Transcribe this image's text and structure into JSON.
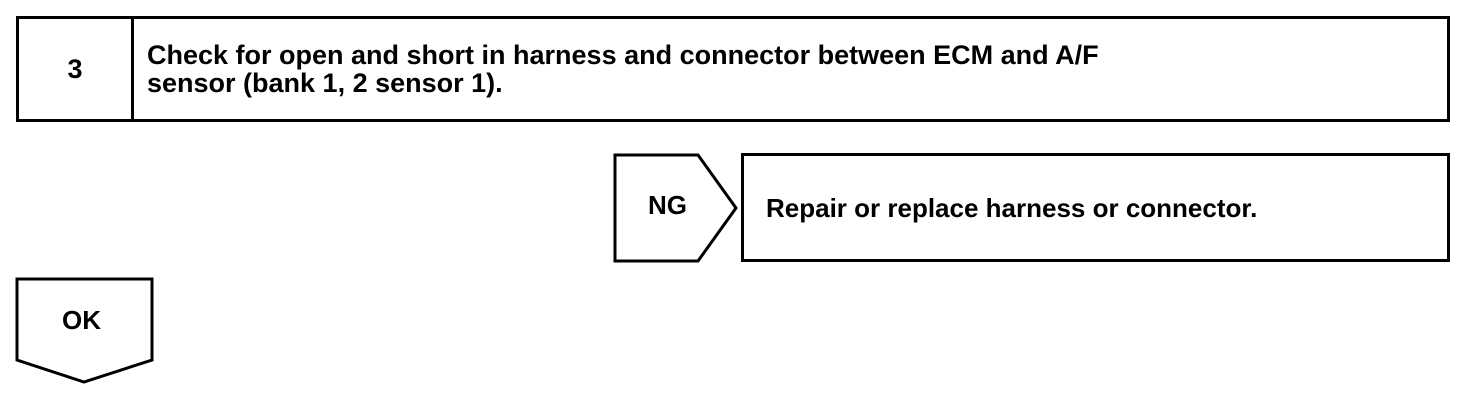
{
  "step": {
    "number": "3",
    "text_line1": "Check for open and short in harness and connector between ECM and A/F",
    "text_line2": "sensor (bank 1, 2 sensor 1)."
  },
  "ng": {
    "label": "NG",
    "action": "Repair or replace harness or connector."
  },
  "ok": {
    "label": "OK"
  }
}
